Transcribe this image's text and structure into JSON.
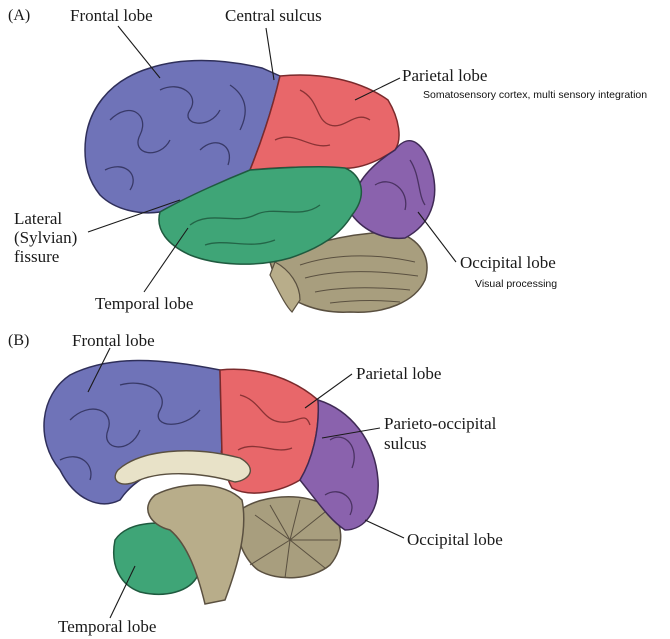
{
  "colors": {
    "frontal": "#6f73b8",
    "parietal": "#e8676a",
    "temporal": "#3fa577",
    "occipital": "#8a62ad",
    "cerebellum": "#a89e7e",
    "brainstem": "#b8ad8a",
    "sulcus": "#2f2f5a"
  },
  "panel_a": {
    "tag": "(A)",
    "labels": {
      "frontal": "Frontal lobe",
      "central_sulcus": "Central sulcus",
      "parietal": "Parietal lobe",
      "parietal_note": "Somatosensory cortex, multi sensory integration",
      "lateral_1": "Lateral",
      "lateral_2": "(Sylvian)",
      "lateral_3": "fissure",
      "occipital": "Occipital lobe",
      "occipital_note": "Visual processing",
      "temporal": "Temporal lobe"
    }
  },
  "panel_b": {
    "tag": "(B)",
    "labels": {
      "frontal": "Frontal lobe",
      "parietal": "Parietal lobe",
      "parieto_1": "Parieto-occipital",
      "parieto_2": "sulcus",
      "occipital": "Occipital lobe",
      "temporal": "Temporal lobe"
    }
  }
}
